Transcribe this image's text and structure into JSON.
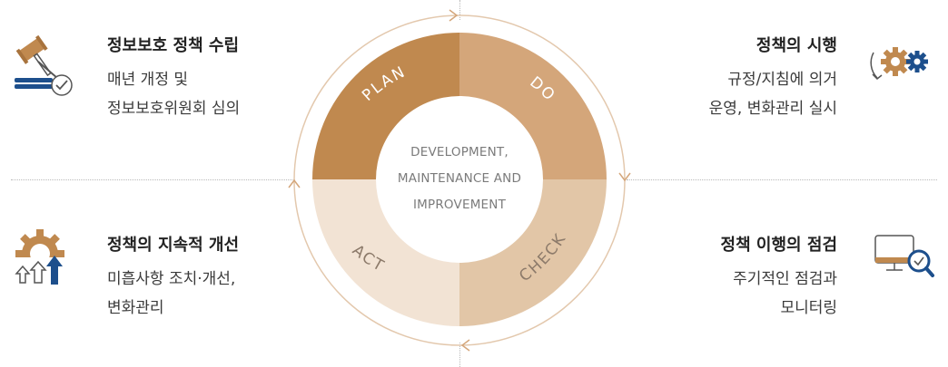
{
  "center": {
    "lines": [
      "DEVELOPMENT,",
      "MAINTENANCE AND",
      "IMPROVEMENT"
    ]
  },
  "quadrants": {
    "plan": {
      "label": "PLAN",
      "title": "정보보호 정책 수립",
      "desc": [
        "매년 개정 및",
        "정보보호위원회 심의"
      ],
      "icon": "gavel-check-icon",
      "color": "#c0894f"
    },
    "do": {
      "label": "DO",
      "title": "정책의 시행",
      "desc": [
        "규정/지침에 의거",
        "운영, 변화관리 실시"
      ],
      "icon": "gears-cycle-icon",
      "color": "#d4a67a"
    },
    "act": {
      "label": "ACT",
      "title": "정책의 지속적 개선",
      "desc": [
        "미흡사항 조치·개선,",
        "변화관리"
      ],
      "icon": "gear-arrows-up-icon",
      "color": "#f2e3d4"
    },
    "check": {
      "label": "CHECK",
      "title": "정책 이행의 점검",
      "desc": [
        "주기적인 점검과",
        "모니터링"
      ],
      "icon": "monitor-search-icon",
      "color": "#e2c6a7"
    }
  },
  "colors": {
    "icon_navy": "#1d4f8c",
    "icon_tan": "#c0894f",
    "text_dark": "#222222",
    "ring": "#e3c8ad"
  }
}
